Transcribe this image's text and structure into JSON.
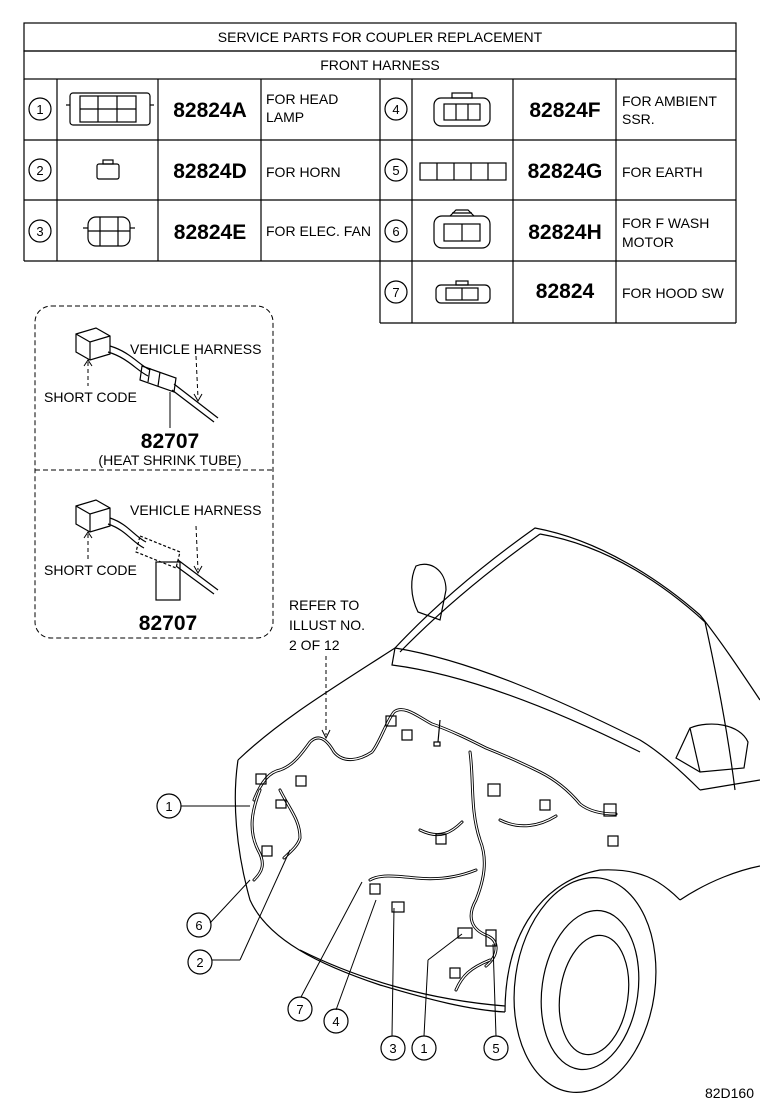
{
  "table": {
    "title": "SERVICE PARTS FOR COUPLER REPLACEMENT",
    "subtitle": "FRONT HARNESS",
    "rows": [
      {
        "num": "1",
        "part": "82824A",
        "desc1": "FOR HEAD",
        "desc2": "LAMP"
      },
      {
        "num": "2",
        "part": "82824D",
        "desc1": "FOR HORN",
        "desc2": ""
      },
      {
        "num": "3",
        "part": "82824E",
        "desc1": "FOR ELEC. FAN",
        "desc2": ""
      },
      {
        "num": "4",
        "part": "82824F",
        "desc1": "FOR AMBIENT",
        "desc2": "SSR."
      },
      {
        "num": "5",
        "part": "82824G",
        "desc1": "FOR EARTH",
        "desc2": ""
      },
      {
        "num": "6",
        "part": "82824H",
        "desc1": "FOR F WASH",
        "desc2": "MOTOR"
      },
      {
        "num": "7",
        "part": "82824",
        "desc1": "FOR HOOD SW",
        "desc2": ""
      }
    ]
  },
  "inset": {
    "top": {
      "harness": "VEHICLE HARNESS",
      "short": "SHORT CODE",
      "part": "82707",
      "note": "(HEAT SHRINK TUBE)"
    },
    "bottom": {
      "harness": "VEHICLE HARNESS",
      "short": "SHORT CODE",
      "part": "82707"
    }
  },
  "refer": {
    "line1": "REFER TO",
    "line2": "ILLUST NO.",
    "line3": "2 OF 12"
  },
  "callouts": [
    "1",
    "6",
    "2",
    "7",
    "4",
    "3",
    "1",
    "5"
  ],
  "footer": {
    "code": "82D160"
  }
}
